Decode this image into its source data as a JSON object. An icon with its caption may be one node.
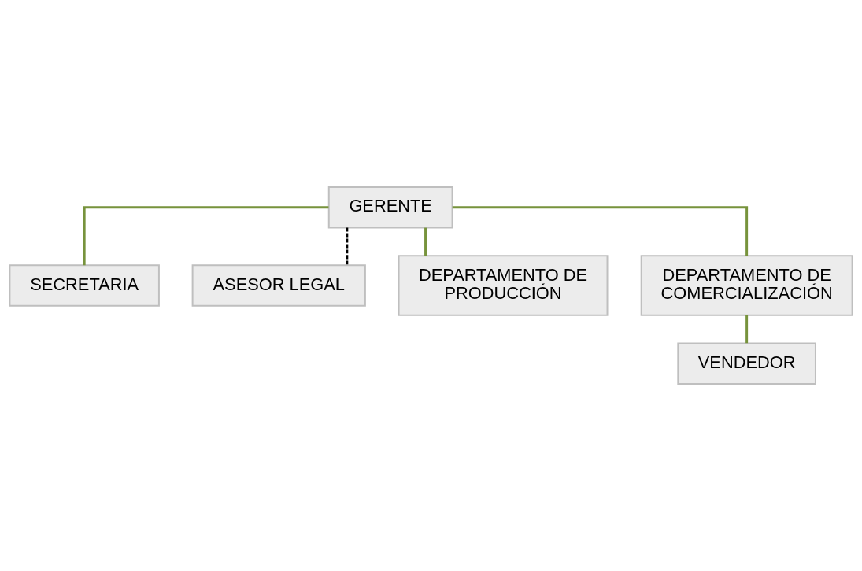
{
  "diagram": {
    "nodes": [
      {
        "text": [
          "GERENTE"
        ]
      },
      {
        "text": [
          "SECRETARIA"
        ]
      },
      {
        "text": [
          "ASESOR LEGAL"
        ]
      },
      {
        "text": [
          "DEPARTAMENTO DE PRODUCCIÓN"
        ]
      },
      {
        "text": [
          "DEPARTAMENTO DE COMERCIALIZACIÓN"
        ]
      },
      {
        "text": [
          "VENDEDOR"
        ]
      }
    ],
    "edges": [
      {
        "from": 0,
        "to": 1,
        "arrow": "none"
      },
      {
        "from": 0,
        "to": 2,
        "arrow": "none",
        "style": "dashed",
        "color": "#000000"
      },
      {
        "from": 0,
        "to": 3,
        "arrow": "none"
      },
      {
        "from": 0,
        "to": 4,
        "arrow": "none"
      },
      {
        "from": 4,
        "to": 5,
        "arrow": "none"
      }
    ]
  }
}
